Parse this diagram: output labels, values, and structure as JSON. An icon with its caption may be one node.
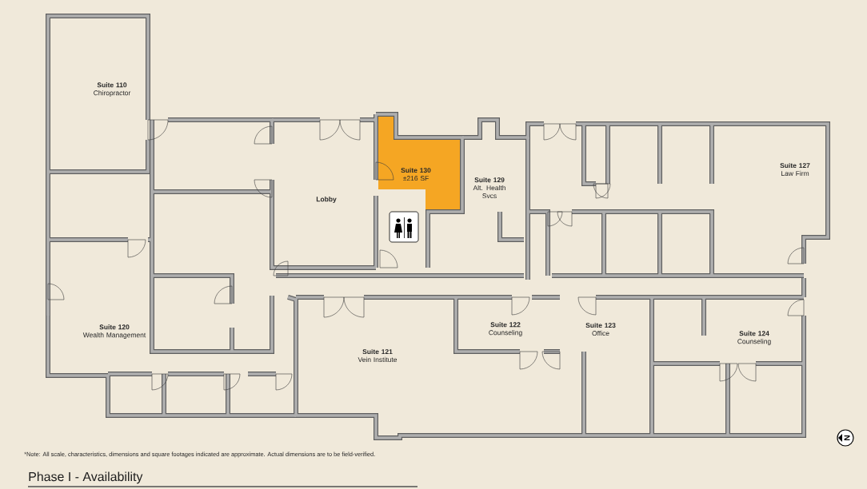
{
  "diagram": {
    "title": "Phase I - Availability",
    "nodes": [
      {
        "text": [
          "Suite 110",
          "Chiropractor"
        ]
      },
      {
        "text": [
          "Lobby"
        ]
      },
      {
        "text": [
          "Suite 130",
          "±216 SF"
        ]
      },
      {
        "text": [
          "Suite 129",
          "Alt. Health Svcs"
        ]
      },
      {
        "text": [
          "Suite 127",
          "Law Firm"
        ]
      },
      {
        "text": [
          "Suite 120",
          "Wealth Management"
        ]
      },
      {
        "text": [
          "Suite 121",
          "Vein Institute"
        ]
      },
      {
        "text": [
          "Suite 122",
          "Counseling"
        ]
      },
      {
        "text": [
          "Suite 123",
          "Office"
        ]
      },
      {
        "text": [
          "Suite 124",
          "Counseling"
        ]
      }
    ],
    "labels": [
      "*Note: All scale, characteristics, dimensions and square footages indicated are approximate. Actual dimensions are to be field-verified.",
      "N"
    ]
  }
}
